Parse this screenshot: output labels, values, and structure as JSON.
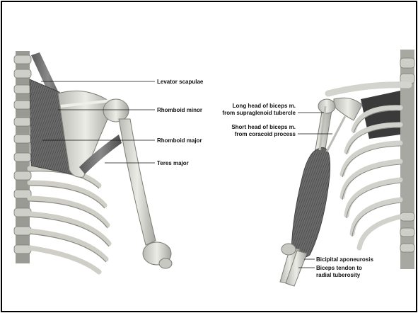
{
  "left_panel": {
    "labels": {
      "levator": "Levator scapulae",
      "rhomboid_minor": "Rhomboid minor",
      "rhomboid_major": "Rhomboid major",
      "teres_major": "Teres major"
    }
  },
  "right_panel": {
    "labels": {
      "long_head_1": "Long head of biceps m.",
      "long_head_2": "from supraglenoid tubercle",
      "short_head_1": "Short head of biceps m.",
      "short_head_2": "from coracoid process",
      "aponeurosis": "Bicipital aponeurosis",
      "tendon_1": "Biceps tendon to",
      "tendon_2": "radial tuberosity"
    }
  },
  "colors": {
    "bone": "#d9d9d3",
    "bone_shadow": "#8f8f88",
    "muscle": "#6d6d6d",
    "muscle_dark": "#4a4a4a",
    "background": "#ffffff",
    "frame": "#000000"
  }
}
